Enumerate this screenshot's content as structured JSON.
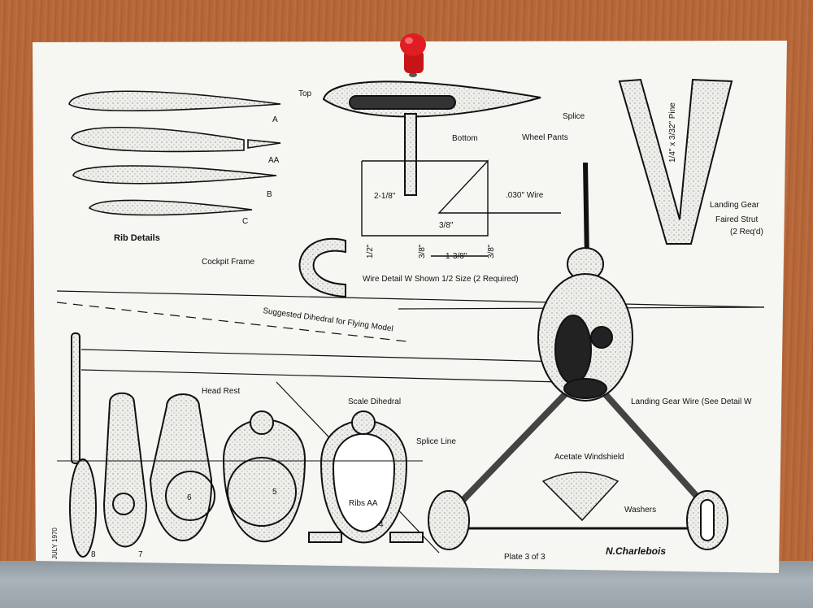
{
  "drawing": {
    "labels": {
      "top": "Top",
      "splice": "Splice",
      "bottom": "Bottom",
      "wheel_pants": "Wheel Pants",
      "rib_a": "A",
      "rib_aa": "AA",
      "rib_b": "B",
      "rib_c": "C",
      "rib_details": "Rib Details",
      "dim_2_1_8": "2-1/8\"",
      "wire_030": ".030\" Wire",
      "dim_3_8_a": "3/8\"",
      "dim_3_8_b": "3/8\"",
      "dim_3_8_c": "3/8\"",
      "dim_1_2": "1/2\"",
      "dim_1_3_8": "1-3/8\"",
      "pine": "1/4\" x 3/32\" Pine",
      "landing_gear": "Landing Gear",
      "faired_strut": "Faired Strut",
      "req": "(2 Req'd)",
      "cockpit_frame": "Cockpit Frame",
      "wire_detail": "Wire Detail W Shown 1/2 Size (2 Required)",
      "suggested_dihedral": "Suggested Dihedral for Flying Model",
      "head_rest": "Head Rest",
      "scale_dihedral": "Scale Dihedral",
      "splice_line": "Splice Line",
      "landing_gear_wire": "Landing Gear Wire (See Detail W",
      "acetate_windshield": "Acetate Windshield",
      "washers": "Washers",
      "ribs_aa": "Ribs AA",
      "n8": "8",
      "n7": "7",
      "n6": "6",
      "n5": "5",
      "n4": "4",
      "plate": "Plate 3 of 3",
      "author": "N.Charlebois",
      "date_stamp": "JULY 1970"
    }
  },
  "colors": {
    "wall": "#b96a3c",
    "paper": "#f6f6f2",
    "ink": "#111111",
    "pin": "#d8161b",
    "shelf": "#9aa3aa"
  }
}
